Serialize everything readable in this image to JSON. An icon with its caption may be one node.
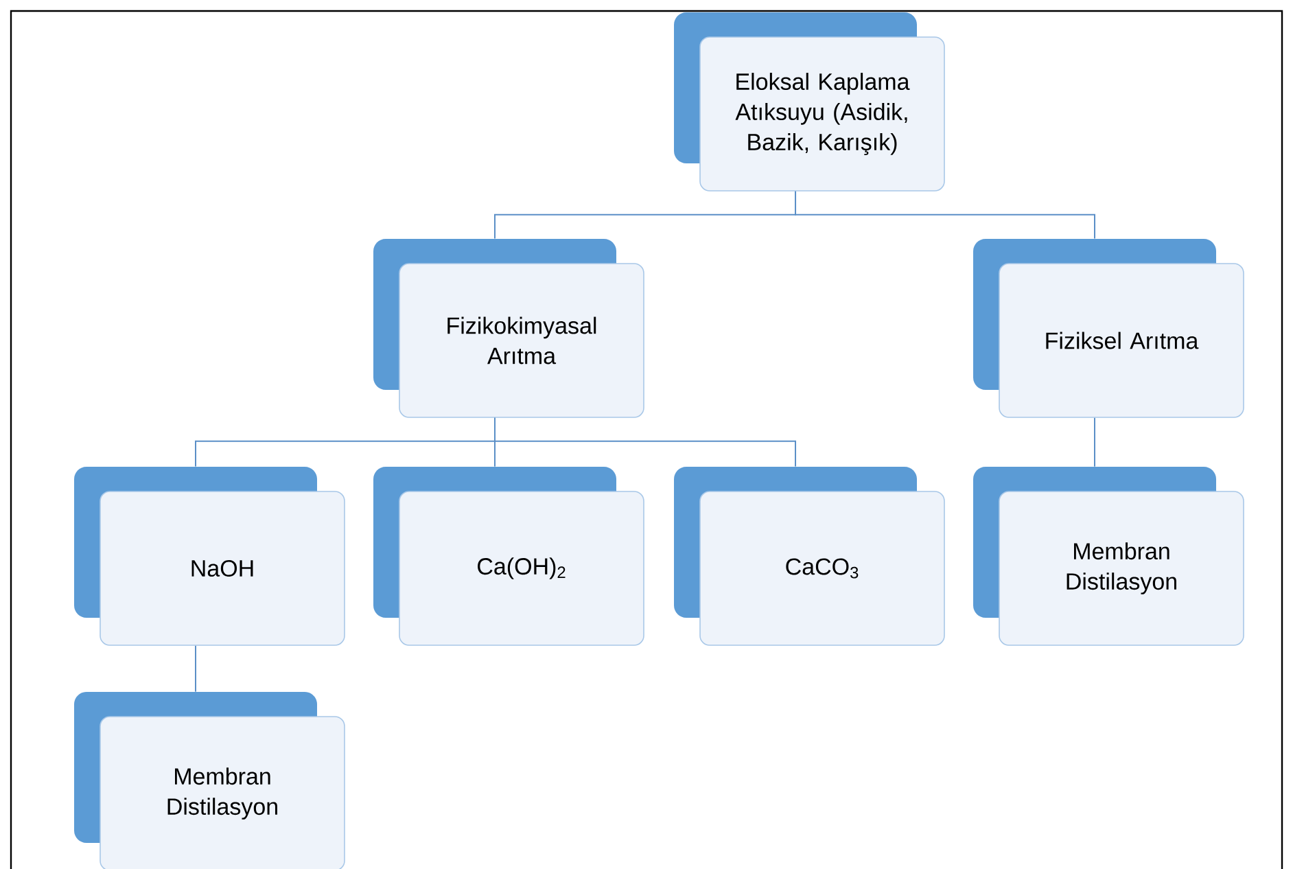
{
  "diagram": {
    "nodes": [
      {
        "text": [
          "Eloksal Kaplama Atıksuyu (Asidik, Bazik, Karışık)"
        ]
      },
      {
        "text": [
          "Fizikokimyasal Arıtma"
        ]
      },
      {
        "text": [
          "Fiziksel Arıtma"
        ]
      },
      {
        "text": [
          "NaOH"
        ]
      },
      {
        "text": [
          "Ca(OH)$_{2}$"
        ]
      },
      {
        "text": [
          "CaCO$_{3}$"
        ]
      },
      {
        "text": [
          "Membran Distilasyon"
        ]
      },
      {
        "text": [
          "Membran Distilasyon"
        ]
      }
    ],
    "edges": [
      {
        "from": 0,
        "to": 1,
        "arrow": "none"
      },
      {
        "from": 0,
        "to": 2,
        "arrow": "none"
      },
      {
        "from": 1,
        "to": 3,
        "arrow": "none"
      },
      {
        "from": 1,
        "to": 4,
        "arrow": "none"
      },
      {
        "from": 1,
        "to": 5,
        "arrow": "none"
      },
      {
        "from": 2,
        "to": 6,
        "arrow": "none"
      },
      {
        "from": 3,
        "to": 7,
        "arrow": "none"
      }
    ]
  }
}
